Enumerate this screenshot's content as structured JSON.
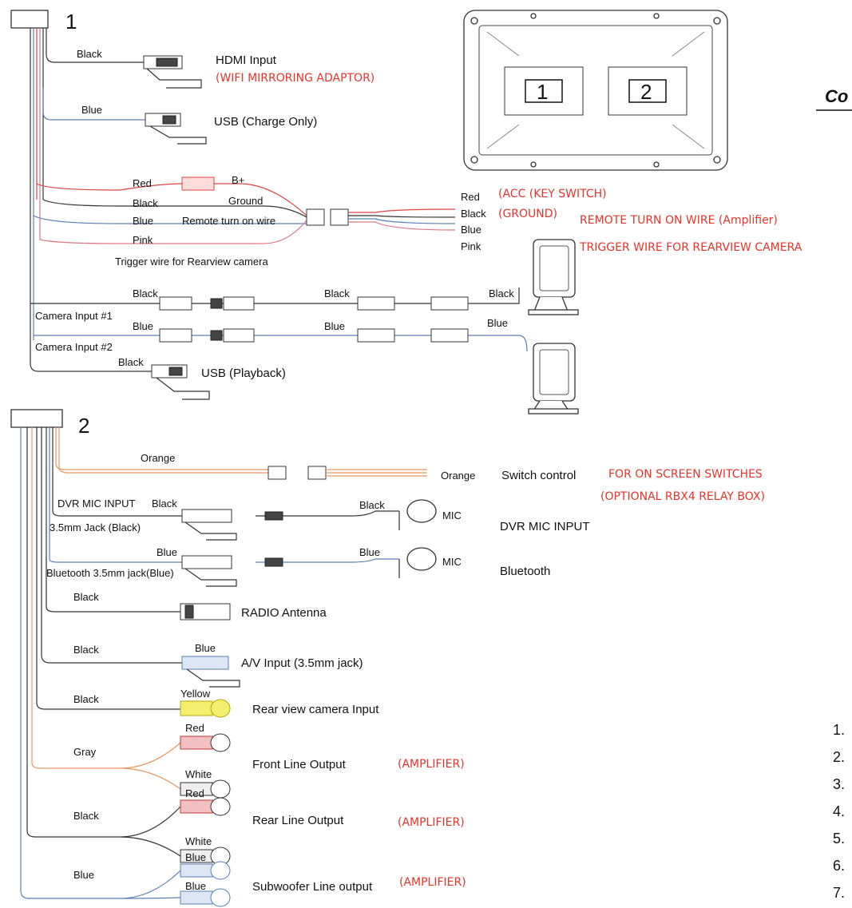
{
  "harness1": {
    "number": "1",
    "hdmi": {
      "wire": "Black",
      "label": "HDMI Input",
      "note": "(WIFI MIRRORING ADAPTOR)"
    },
    "usb_charge": {
      "wire": "Blue",
      "label": "USB (Charge Only)"
    },
    "power": {
      "red": "Red",
      "bplus": "B+",
      "black": "Black",
      "ground": "Ground",
      "blue": "Blue",
      "remote": "Remote turn on wire",
      "pink": "Pink",
      "trigger": "Trigger wire for Rearview camera",
      "end_red": "Red",
      "end_black": "Black",
      "end_blue": "Blue",
      "end_pink": "Pink",
      "note_acc": "(ACC (KEY SWITCH)",
      "note_ground": "(GROUND)",
      "note_remote": "REMOTE TURN ON WIRE (Amplifier)",
      "note_trigger": "TRIGGER WIRE FOR REARVIEW CAMERA"
    },
    "cam1": {
      "label": "Camera Input #1",
      "wire1": "Black",
      "wire2": "Black",
      "wire3": "Black"
    },
    "cam2": {
      "label": "Camera Input #2",
      "wire1": "Blue",
      "wire2": "Blue",
      "wire3": "Blue"
    },
    "usb_play": {
      "wire": "Black",
      "label": "USB (Playback)"
    }
  },
  "monitor": {
    "slot1": "1",
    "slot2": "2"
  },
  "side_title": "Co",
  "harness2": {
    "number": "2",
    "switch": {
      "wire": "Orange",
      "end": "Orange",
      "label": "Switch control",
      "note1": "FOR ON SCREEN SWITCHES",
      "note2": "(OPTIONAL RBX4 RELAY BOX)"
    },
    "dvr": {
      "top": "DVR MIC INPUT",
      "wire": "Black",
      "jack": "3.5mm Jack (Black)",
      "mic_wire": "Black",
      "mic": "MIC",
      "label": "DVR MIC INPUT"
    },
    "bt": {
      "wire": "Blue",
      "jack": "Bluetooth 3.5mm jack(Blue)",
      "mic_wire": "Blue",
      "mic": "MIC",
      "label": "Bluetooth"
    },
    "radio": {
      "wire": "Black",
      "label": "RADIO Antenna"
    },
    "av": {
      "wire": "Black",
      "plug": "Blue",
      "label": "A/V Input (3.5mm jack)"
    },
    "rearcam": {
      "wire": "Black",
      "plug": "Yellow",
      "label": "Rear view camera Input"
    },
    "front": {
      "wire": "Gray",
      "p1": "Red",
      "p2": "White",
      "label": "Front Line Output",
      "note": "(AMPLIFIER)"
    },
    "rear": {
      "wire": "Black",
      "p1": "Red",
      "p2": "White",
      "label": "Rear Line Output",
      "note": "(AMPLIFIER)"
    },
    "sub": {
      "wire": "Blue",
      "p1": "Blue",
      "p2": "Blue",
      "label": "Subwoofer Line output",
      "note": "(AMPLIFIER)"
    }
  },
  "list_numbers": [
    "1.",
    "2.",
    "3.",
    "4.",
    "5.",
    "6.",
    "7."
  ]
}
